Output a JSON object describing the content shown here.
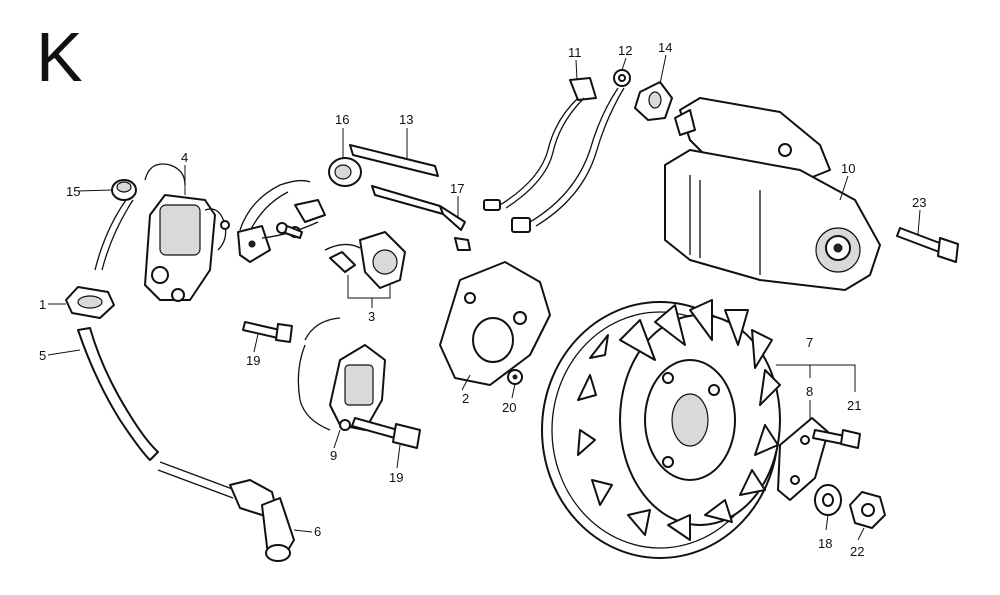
{
  "section": {
    "letter": "K"
  },
  "callouts": [
    {
      "id": "c1",
      "label": "1"
    },
    {
      "id": "c2",
      "label": "2"
    },
    {
      "id": "c3",
      "label": "3"
    },
    {
      "id": "c4",
      "label": "4"
    },
    {
      "id": "c5",
      "label": "5"
    },
    {
      "id": "c6",
      "label": "6"
    },
    {
      "id": "c7",
      "label": "7"
    },
    {
      "id": "c8",
      "label": "8"
    },
    {
      "id": "c9",
      "label": "9"
    },
    {
      "id": "c10",
      "label": "10"
    },
    {
      "id": "c11",
      "label": "11"
    },
    {
      "id": "c12",
      "label": "12"
    },
    {
      "id": "c13",
      "label": "13"
    },
    {
      "id": "c14",
      "label": "14"
    },
    {
      "id": "c15",
      "label": "15"
    },
    {
      "id": "c16",
      "label": "16"
    },
    {
      "id": "c17",
      "label": "17"
    },
    {
      "id": "c18",
      "label": "18"
    },
    {
      "id": "c19a",
      "label": "19"
    },
    {
      "id": "c19b",
      "label": "19"
    },
    {
      "id": "c20",
      "label": "20"
    },
    {
      "id": "c21",
      "label": "21"
    },
    {
      "id": "c22",
      "label": "22"
    },
    {
      "id": "c23",
      "label": "23"
    }
  ]
}
